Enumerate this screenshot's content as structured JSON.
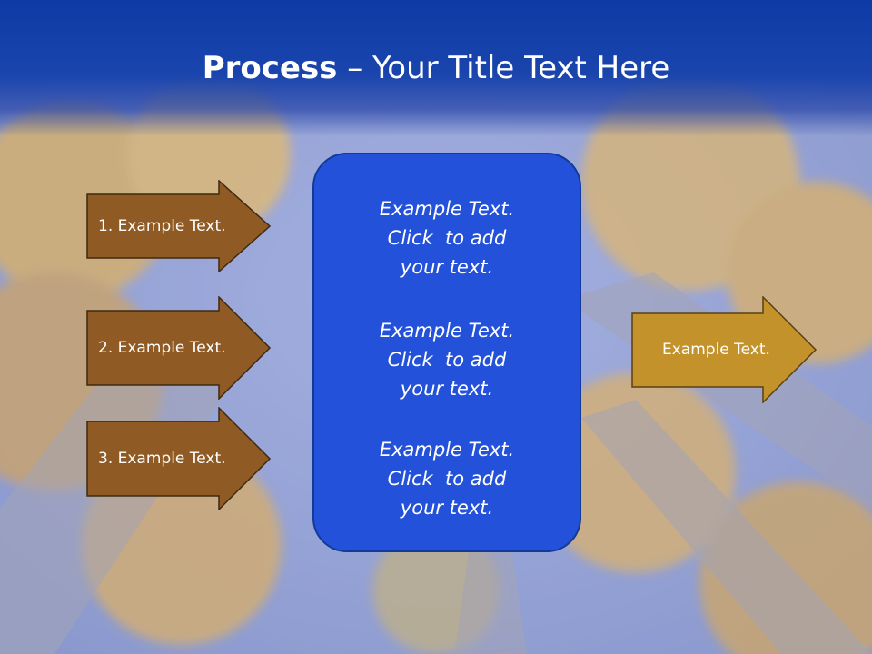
{
  "slide": {
    "title_bold": "Process",
    "title_rest": " – Your Title Text Here"
  },
  "steps": [
    {
      "label": "1. Example Text."
    },
    {
      "label": "2. Example Text."
    },
    {
      "label": "3. Example Text."
    }
  ],
  "center_box": {
    "items": [
      {
        "text": "Example Text.\nClick  to add\nyour text."
      },
      {
        "text": "Example Text.\nClick  to add\nyour text."
      },
      {
        "text": "Example Text.\nClick  to add\nyour text."
      }
    ]
  },
  "result": {
    "label": "Example Text."
  },
  "colors": {
    "step_arrow": "#8f5a24",
    "result_arrow": "#c4922b",
    "box_fill": "#2451d9",
    "header": "#0e3aa6"
  }
}
